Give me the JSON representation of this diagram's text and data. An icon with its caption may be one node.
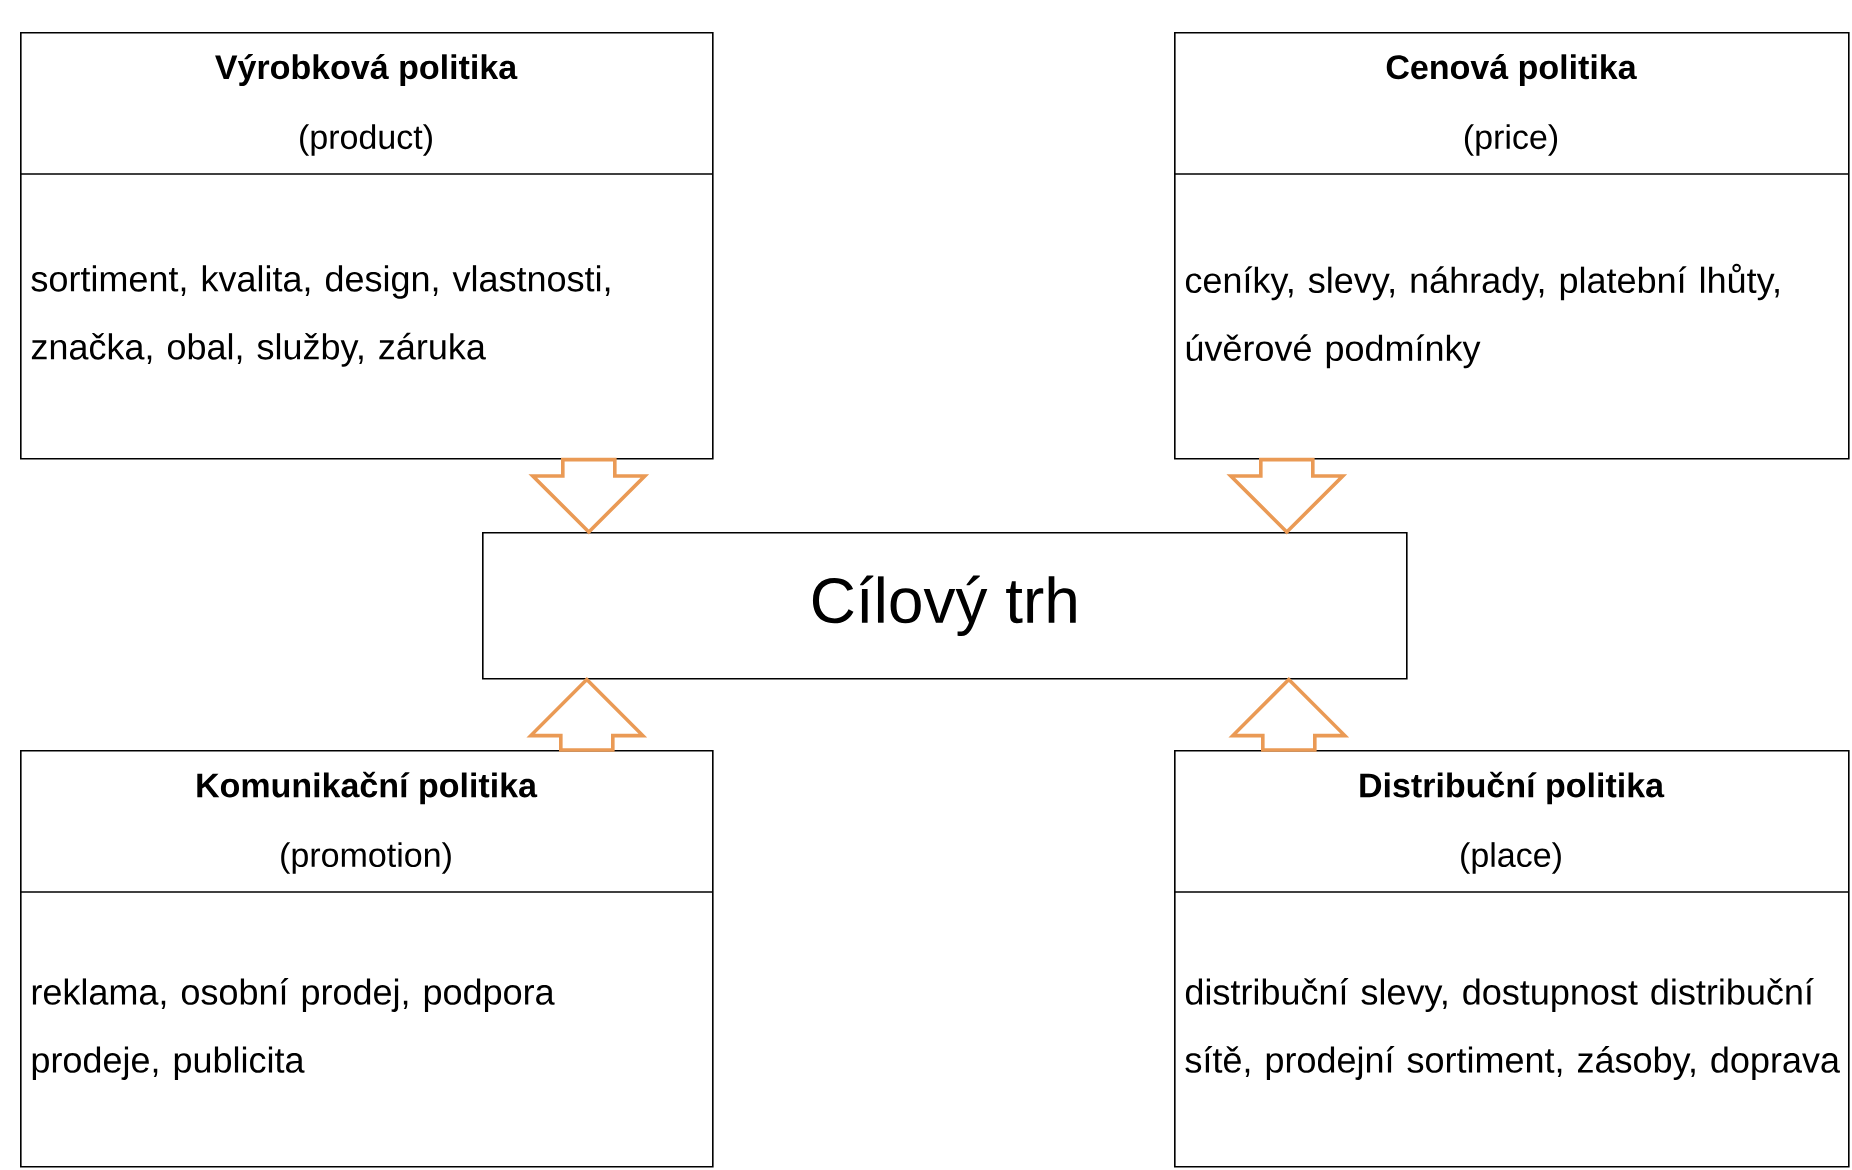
{
  "diagram": {
    "nodes": [
      {
        "text": [
          "Výrobková politika",
          "(product)",
          "sortiment, kvalita, design, vlastnosti, značka, obal, služby, záruka"
        ]
      },
      {
        "text": [
          "Cenová politika",
          "(price)",
          "ceníky, slevy, náhrady, platební lhůty, úvěrové podmínky"
        ]
      },
      {
        "text": [
          "Cílový trh"
        ]
      },
      {
        "text": [
          "Komunikační politika",
          "(promotion)",
          "reklama, osobní prodej, podpora prodeje, publicita"
        ]
      },
      {
        "text": [
          "Distribuční politika",
          "(place)",
          "distribuční slevy, dostupnost distribuční sítě, prodejní sortiment, zásoby, doprava"
        ]
      }
    ],
    "edges": [
      {
        "from": 0,
        "to": 2,
        "arrow": "to"
      },
      {
        "from": 1,
        "to": 2,
        "arrow": "to"
      },
      {
        "from": 3,
        "to": 2,
        "arrow": "to"
      },
      {
        "from": 4,
        "to": 2,
        "arrow": "to"
      }
    ]
  }
}
